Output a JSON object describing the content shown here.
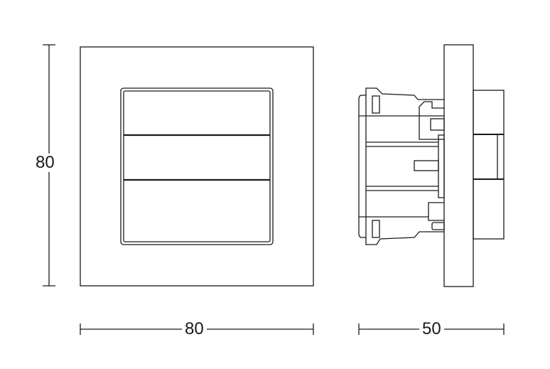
{
  "dimensions": {
    "front_height": "80",
    "front_width": "80",
    "side_depth": "50"
  },
  "colors": {
    "line": "#1a1a1a",
    "background": "#ffffff"
  }
}
